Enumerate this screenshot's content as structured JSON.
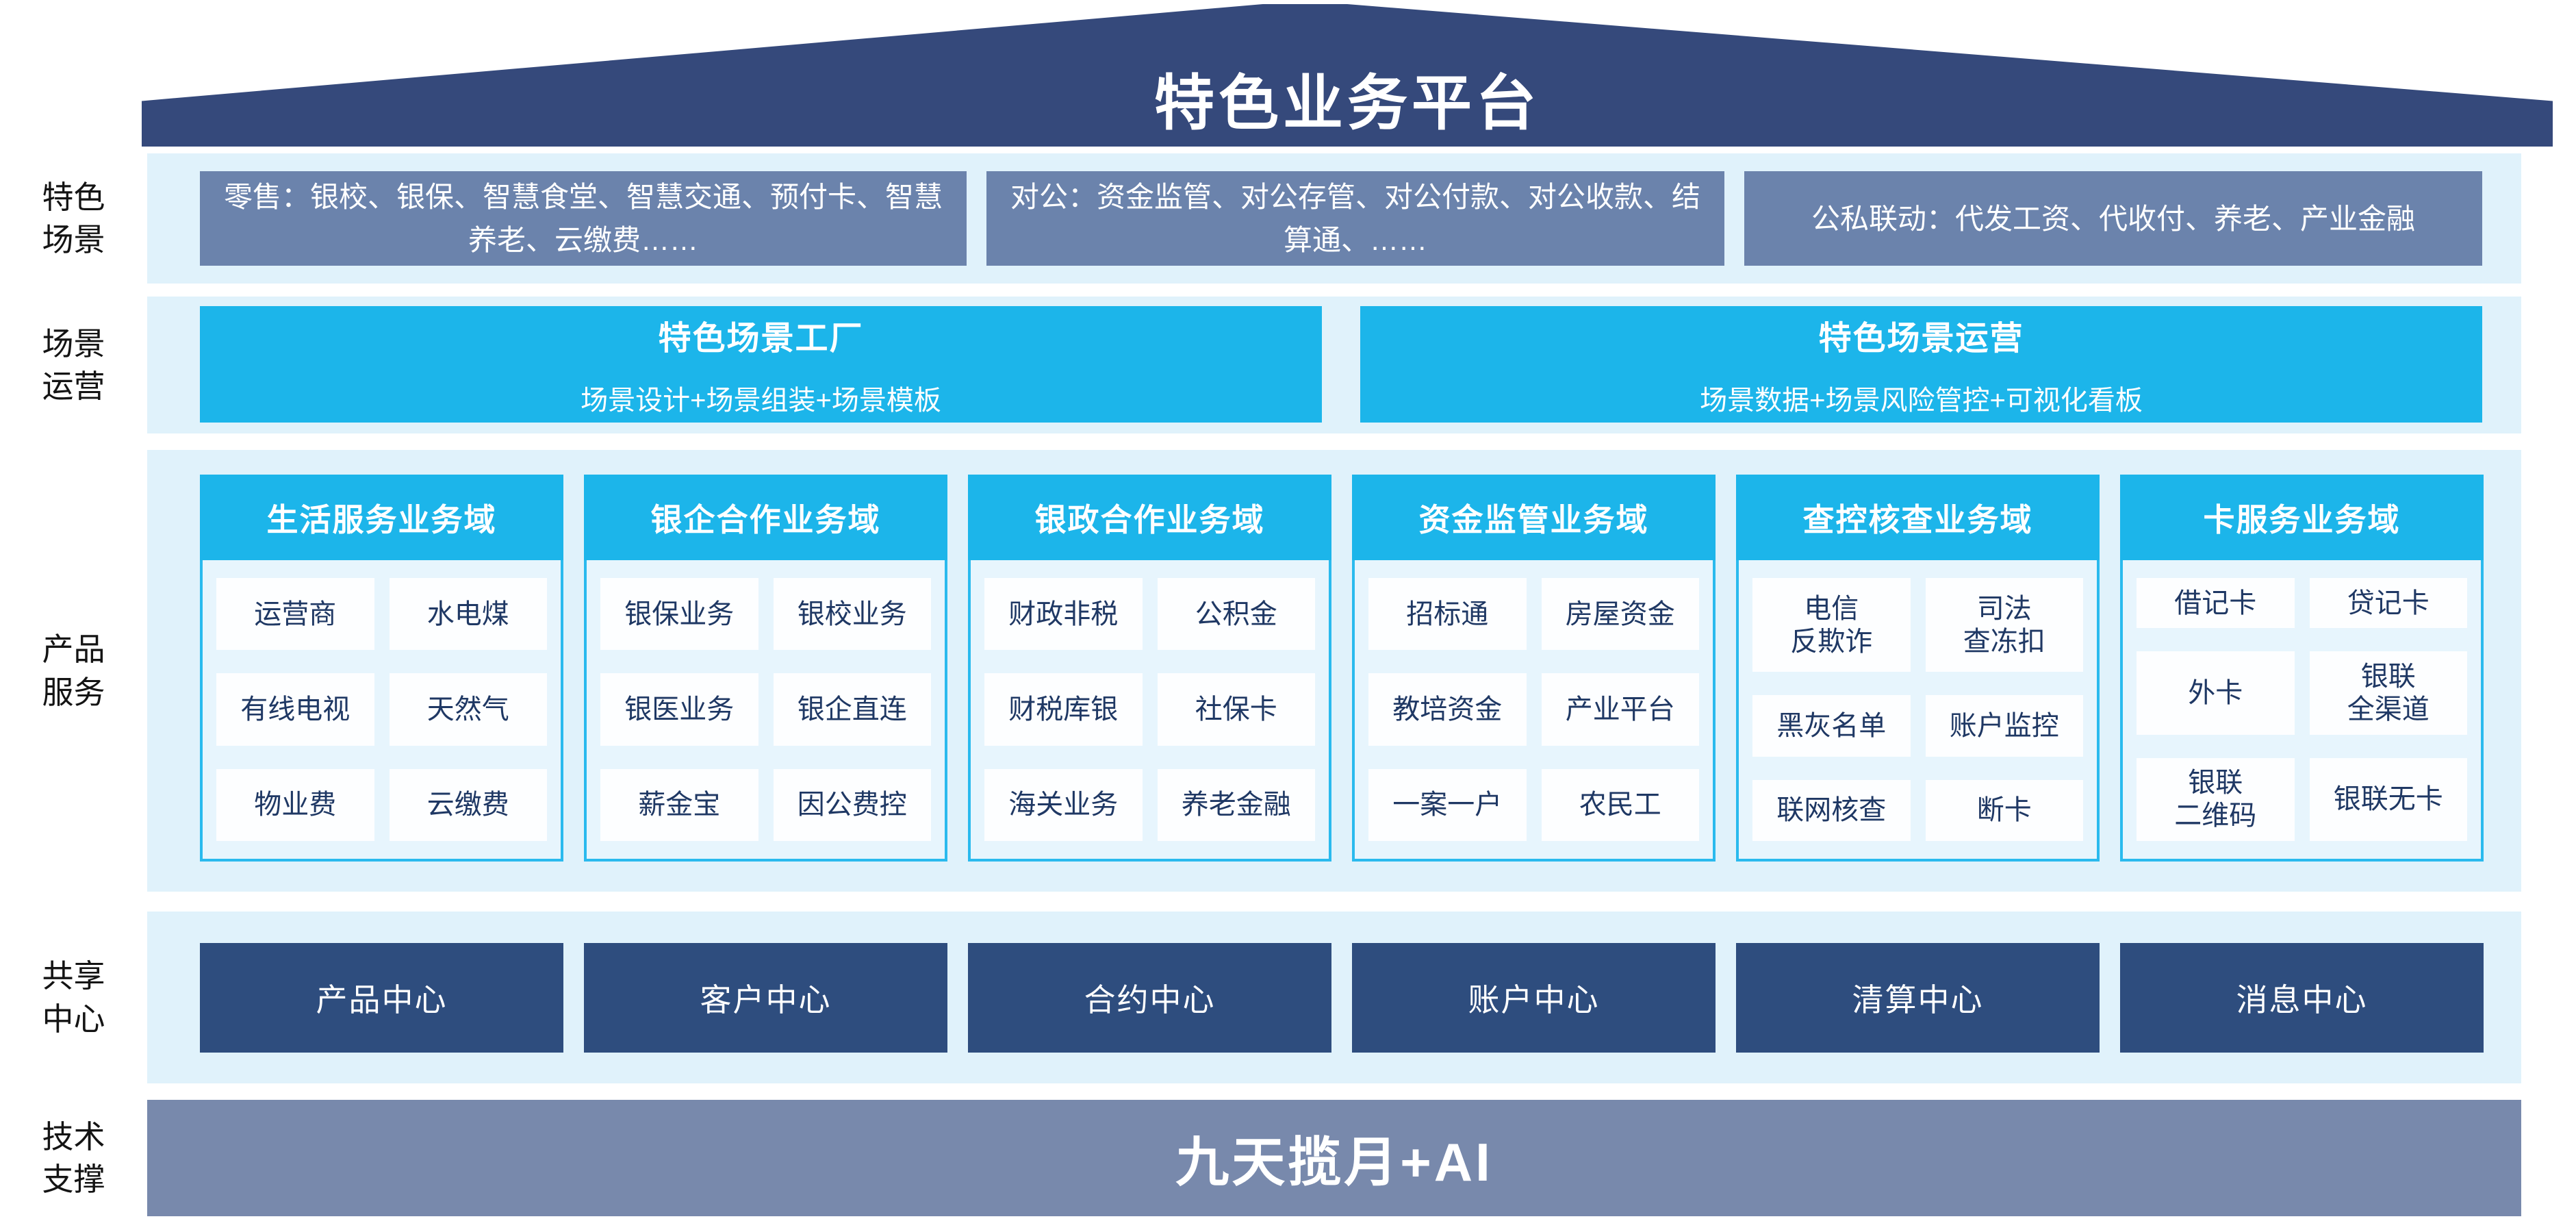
{
  "header": {
    "title": "特色业务平台"
  },
  "scene": {
    "label": "特色\n场景",
    "boxes": [
      "零售：银校、银保、智慧食堂、智慧交通、预付卡、智慧养老、云缴费……",
      "对公：资金监管、对公存管、对公付款、对公收款、结算通、……",
      "公私联动：代发工资、代收付、养老、产业金融"
    ]
  },
  "operation": {
    "label": "场景\n运营",
    "boxes": [
      {
        "title": "特色场景工厂",
        "subtitle": "场景设计+场景组装+场景模板"
      },
      {
        "title": "特色场景运营",
        "subtitle": "场景数据+场景风险管控+可视化看板"
      }
    ]
  },
  "products": {
    "label": "产品\n服务",
    "domains": [
      {
        "header": "生活服务业务域",
        "items": [
          "运营商",
          "水电煤",
          "有线电视",
          "天然气",
          "物业费",
          "云缴费"
        ]
      },
      {
        "header": "银企合作业务域",
        "items": [
          "银保业务",
          "银校业务",
          "银医业务",
          "银企直连",
          "薪金宝",
          "因公费控"
        ]
      },
      {
        "header": "银政合作业务域",
        "items": [
          "财政非税",
          "公积金",
          "财税库银",
          "社保卡",
          "海关业务",
          "养老金融"
        ]
      },
      {
        "header": "资金监管业务域",
        "items": [
          "招标通",
          "房屋资金",
          "教培资金",
          "产业平台",
          "一案一户",
          "农民工"
        ]
      },
      {
        "header": "查控核查业务域",
        "items": [
          "电信\n反欺诈",
          "司法\n查冻扣",
          "黑灰名单",
          "账户监控",
          "联网核查",
          "断卡"
        ]
      },
      {
        "header": "卡服务业务域",
        "items": [
          "借记卡",
          "贷记卡",
          "外卡",
          "银联\n全渠道",
          "银联\n二维码",
          "银联无卡"
        ]
      }
    ]
  },
  "shared": {
    "label": "共享\n中心",
    "centers": [
      "产品中心",
      "客户中心",
      "合约中心",
      "账户中心",
      "清算中心",
      "消息中心"
    ]
  },
  "tech": {
    "label": "技术\n支撑",
    "bar": "九天揽月+AI"
  },
  "colors": {
    "roof": "#35497B",
    "scene_box": "#6B83AC",
    "cyan_accent": "#1CB5EA",
    "cyan_border": "#2ABAEE",
    "band_bg": "#E0F2FB",
    "panel_bg": "#E7F5FD",
    "cell_text": "#1F3864",
    "center_box": "#2E4D7E",
    "tech_bar": "#7889AC"
  }
}
